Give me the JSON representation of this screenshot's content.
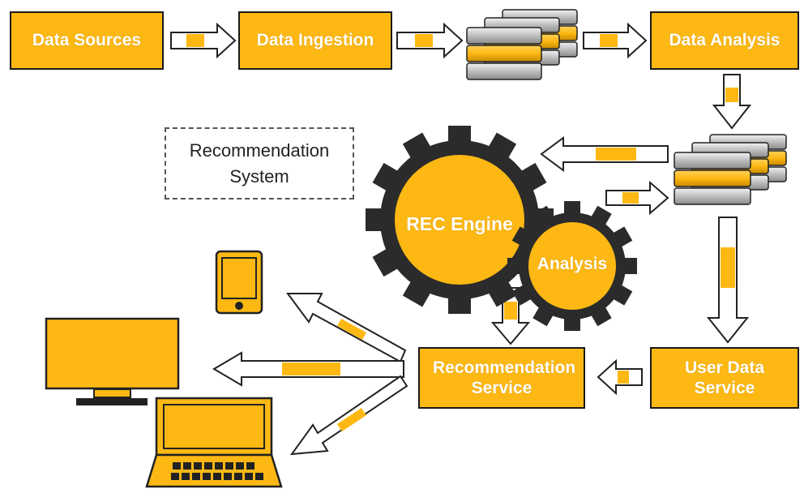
{
  "diagram": {
    "title": "",
    "colors": {
      "accent": "#fdb813",
      "outline": "#1a1a1a",
      "gear": "#2b2b2b",
      "server": "#cfcfcf",
      "arrow_fill": "#ffffff"
    },
    "nodes": {
      "data_sources": "Data Sources",
      "data_ingestion": "Data Ingestion",
      "data_analysis": "Data Analysis",
      "recommendation_service": "Recommendation Service",
      "user_data_service": "User Data Service"
    },
    "note": {
      "line1": "Recommendation",
      "line2": "System"
    },
    "gears": {
      "rec_engine": "REC Engine",
      "analysis": "Analysis"
    },
    "icons": [
      "database-server-icon",
      "tablet-icon",
      "monitor-icon",
      "laptop-icon",
      "gear-icon"
    ]
  }
}
